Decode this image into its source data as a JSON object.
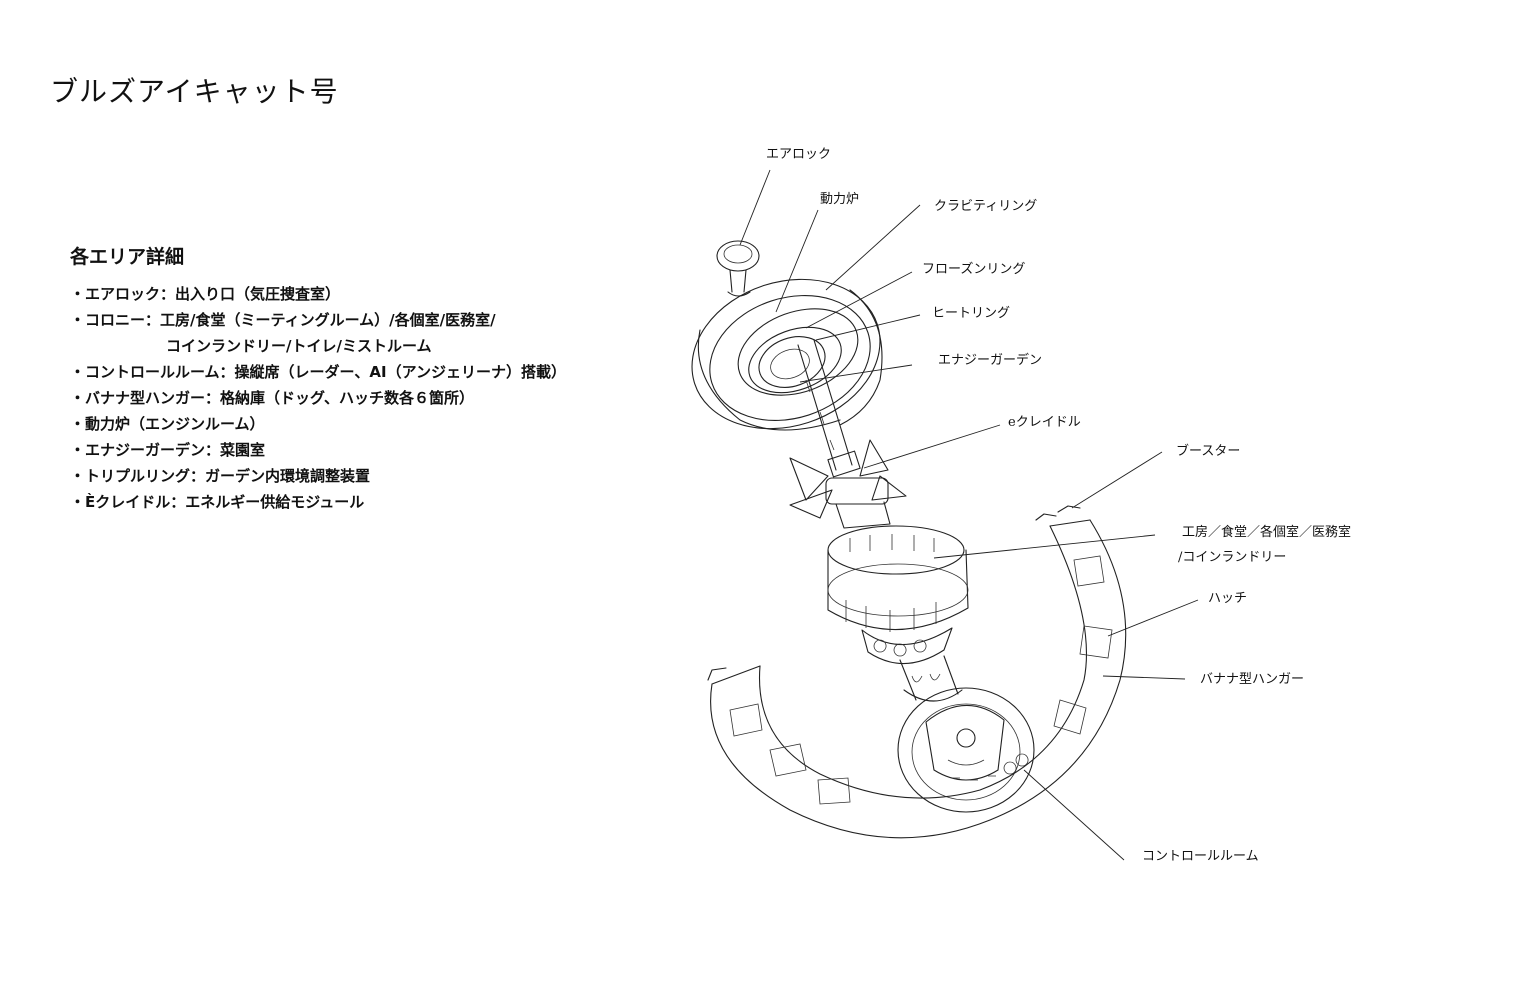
{
  "title": "ブルズアイキャット号",
  "details": {
    "heading": "各エリア詳細",
    "items": [
      [
        "・エアロック：出入り口（気圧捜査室）"
      ],
      [
        "・コロニー：工房/食堂（ミーティングルーム）/各個室/医務室/",
        "コインランドリー/トイレ/ミストルーム"
      ],
      [
        "・コントロールルーム：操縦席（レーダー、AI（アンジェリーナ）搭載）"
      ],
      [
        "・バナナ型ハンガー：格納庫（ドッグ、ハッチ数各６箇所）"
      ],
      [
        "・動力炉（エンジンルーム）"
      ],
      [
        "・エナジーガーデン：菜園室"
      ],
      [
        "・トリプルリング：ガーデン内環境調整装置"
      ],
      [
        "・Èクレイドル：エネルギー供給モジュール"
      ]
    ]
  },
  "diagram": {
    "labels": {
      "airlock": "エアロック",
      "reactor": "動力炉",
      "gravity_ring": "クラビティリング",
      "frozen_ring": "フローズンリング",
      "heat_ring": "ヒートリング",
      "energy_garden": "エナジーガーデン",
      "e_cradle": "eクレイドル",
      "booster": "ブースター",
      "colony_line1": "工房／食堂／各個室／医務室",
      "colony_line2": "/コインランドリー",
      "hatch": "ハッチ",
      "banana_hangar": "バナナ型ハンガー",
      "control_room": "コントロールルーム"
    }
  }
}
